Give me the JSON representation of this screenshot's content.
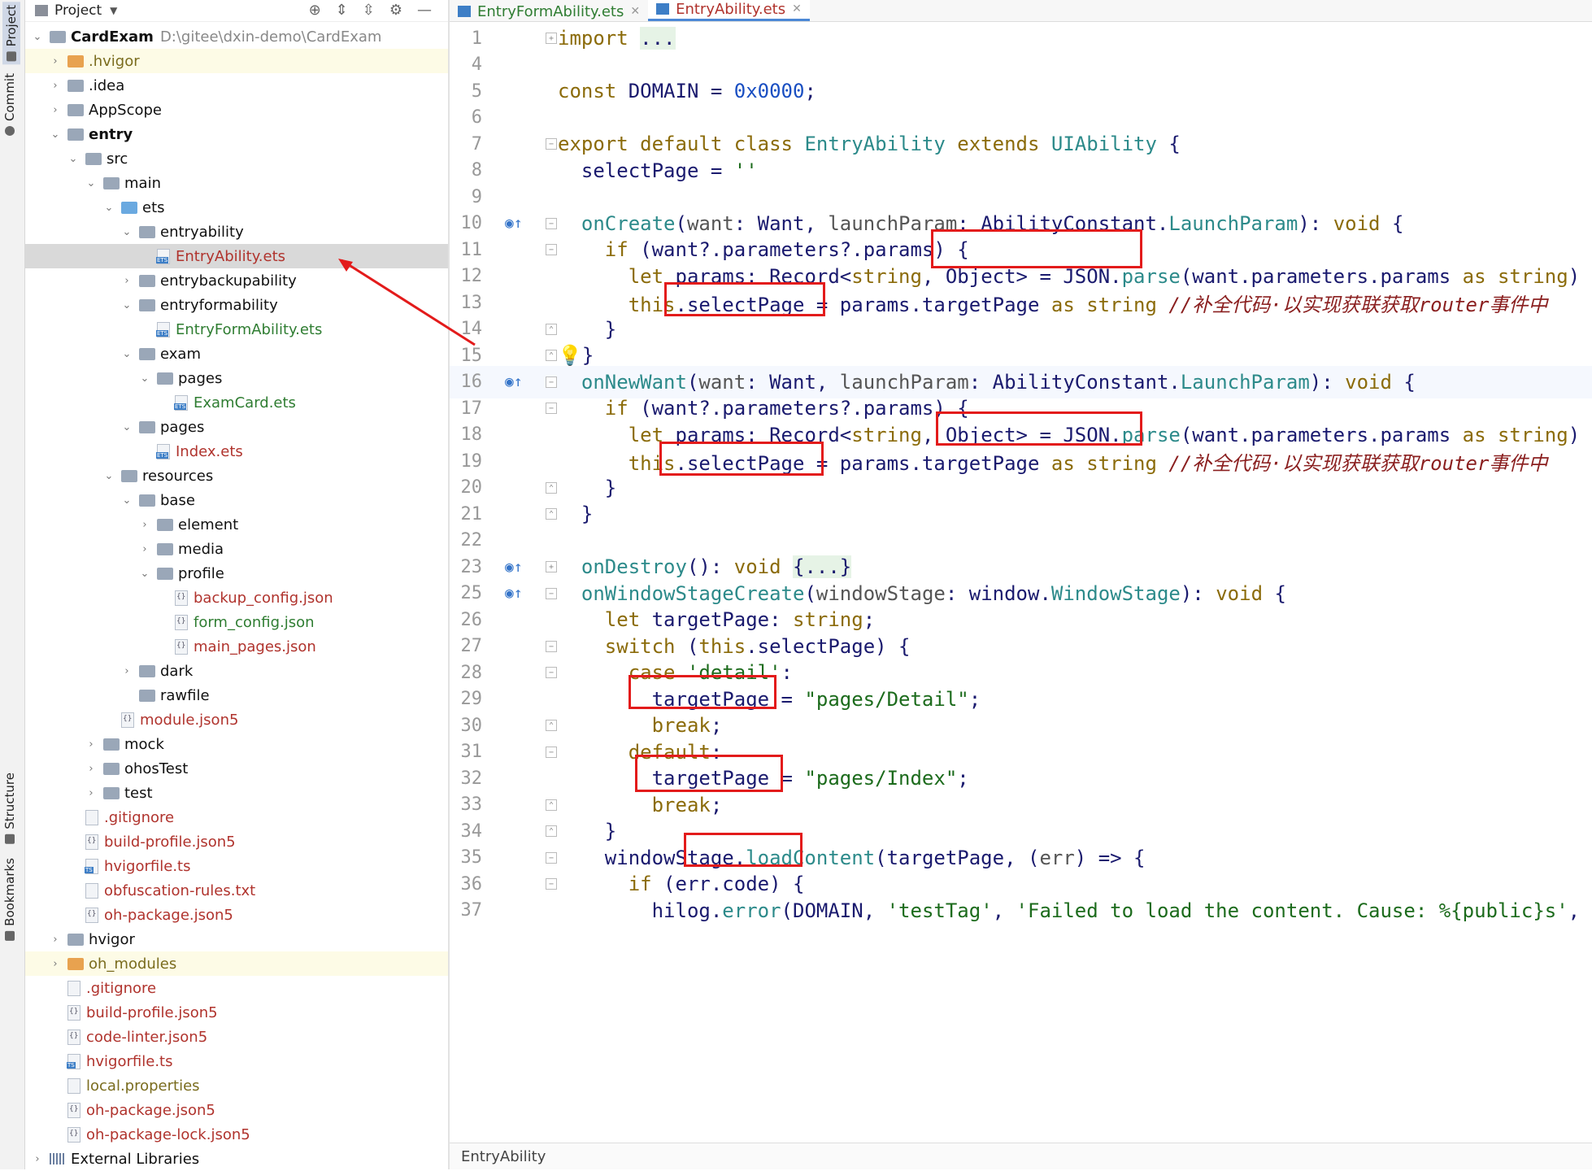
{
  "sidebar_tabs": [
    {
      "label": "Project",
      "active": true
    },
    {
      "label": "Commit",
      "active": false
    },
    {
      "label": "Structure",
      "active": false
    },
    {
      "label": "Bookmarks",
      "active": false
    }
  ],
  "project_panel": {
    "title": "Project",
    "tree": [
      {
        "label": "CardExam",
        "path": "D:\\gitee\\dxin-demo\\CardExam",
        "kind": "folder",
        "expanded": true,
        "bold": true
      },
      {
        "label": ".hvigor",
        "kind": "folder-orange",
        "expanded": false,
        "style": "olive"
      },
      {
        "label": ".idea",
        "kind": "folder",
        "expanded": false
      },
      {
        "label": "AppScope",
        "kind": "folder",
        "expanded": false
      },
      {
        "label": "entry",
        "kind": "folder",
        "expanded": true,
        "bold": true
      },
      {
        "label": "src",
        "kind": "folder",
        "expanded": true
      },
      {
        "label": "main",
        "kind": "folder",
        "expanded": true
      },
      {
        "label": "ets",
        "kind": "folder-blue",
        "expanded": true
      },
      {
        "label": "entryability",
        "kind": "folder",
        "expanded": true
      },
      {
        "label": "EntryAbility.ets",
        "kind": "ets",
        "style": "red",
        "selected": true
      },
      {
        "label": "entrybackupability",
        "kind": "folder",
        "expanded": false
      },
      {
        "label": "entryformability",
        "kind": "folder",
        "expanded": true
      },
      {
        "label": "EntryFormAbility.ets",
        "kind": "ets",
        "style": "green"
      },
      {
        "label": "exam",
        "kind": "folder",
        "expanded": true
      },
      {
        "label": "pages",
        "kind": "folder",
        "expanded": true
      },
      {
        "label": "ExamCard.ets",
        "kind": "ets",
        "style": "green"
      },
      {
        "label": "pages",
        "kind": "folder",
        "expanded": true
      },
      {
        "label": "Index.ets",
        "kind": "ets",
        "style": "red"
      },
      {
        "label": "resources",
        "kind": "folder",
        "expanded": true
      },
      {
        "label": "base",
        "kind": "folder",
        "expanded": true
      },
      {
        "label": "element",
        "kind": "folder",
        "expanded": false
      },
      {
        "label": "media",
        "kind": "folder",
        "expanded": false
      },
      {
        "label": "profile",
        "kind": "folder",
        "expanded": true
      },
      {
        "label": "backup_config.json",
        "kind": "json",
        "style": "red"
      },
      {
        "label": "form_config.json",
        "kind": "json",
        "style": "green"
      },
      {
        "label": "main_pages.json",
        "kind": "json",
        "style": "red"
      },
      {
        "label": "dark",
        "kind": "folder",
        "expanded": false
      },
      {
        "label": "rawfile",
        "kind": "folder"
      },
      {
        "label": "module.json5",
        "kind": "json",
        "style": "red"
      },
      {
        "label": "mock",
        "kind": "folder",
        "expanded": false
      },
      {
        "label": "ohosTest",
        "kind": "folder",
        "expanded": false
      },
      {
        "label": "test",
        "kind": "folder",
        "expanded": false
      },
      {
        "label": ".gitignore",
        "kind": "file",
        "style": "red"
      },
      {
        "label": "build-profile.json5",
        "kind": "json",
        "style": "red"
      },
      {
        "label": "hvigorfile.ts",
        "kind": "ts",
        "style": "red"
      },
      {
        "label": "obfuscation-rules.txt",
        "kind": "file",
        "style": "red"
      },
      {
        "label": "oh-package.json5",
        "kind": "json",
        "style": "red"
      },
      {
        "label": "hvigor",
        "kind": "folder",
        "expanded": false
      },
      {
        "label": "oh_modules",
        "kind": "folder-orange",
        "expanded": false,
        "style": "olive"
      },
      {
        "label": ".gitignore",
        "kind": "file",
        "style": "red"
      },
      {
        "label": "build-profile.json5",
        "kind": "json",
        "style": "red"
      },
      {
        "label": "code-linter.json5",
        "kind": "json",
        "style": "red"
      },
      {
        "label": "hvigorfile.ts",
        "kind": "ts",
        "style": "red"
      },
      {
        "label": "local.properties",
        "kind": "file",
        "style": "olive"
      },
      {
        "label": "oh-package.json5",
        "kind": "json",
        "style": "red"
      },
      {
        "label": "oh-package-lock.json5",
        "kind": "json",
        "style": "red"
      },
      {
        "label": "External Libraries",
        "kind": "libs",
        "expanded": false
      }
    ]
  },
  "editor": {
    "tabs": [
      {
        "label": "EntryFormAbility.ets",
        "active": false
      },
      {
        "label": "EntryAbility.ets",
        "active": true
      }
    ],
    "breadcrumb": "EntryAbility",
    "lines": [
      {
        "n": "1",
        "segs": [
          [
            "kw",
            "import"
          ],
          [
            "t",
            " "
          ],
          [
            "ph",
            "..."
          ]
        ],
        "fold": "+"
      },
      {
        "n": "4",
        "segs": []
      },
      {
        "n": "5",
        "segs": [
          [
            "kw",
            "const"
          ],
          [
            "t",
            " DOMAIN = "
          ],
          [
            "num",
            "0x0000"
          ],
          [
            "t",
            ";"
          ]
        ]
      },
      {
        "n": "6",
        "segs": []
      },
      {
        "n": "7",
        "segs": [
          [
            "kw",
            "export default class"
          ],
          [
            "t",
            " "
          ],
          [
            "cls",
            "EntryAbility"
          ],
          [
            "t",
            " "
          ],
          [
            "kw",
            "extends"
          ],
          [
            "t",
            " "
          ],
          [
            "cls",
            "UIAbility"
          ],
          [
            "t",
            " {"
          ]
        ],
        "fold": "-"
      },
      {
        "n": "8",
        "segs": [
          [
            "t",
            "  selectPage = "
          ],
          [
            "str",
            "''"
          ]
        ]
      },
      {
        "n": "9",
        "segs": []
      },
      {
        "n": "10",
        "segs": [
          [
            "t",
            "  "
          ],
          [
            "fn",
            "onCreate"
          ],
          [
            "t",
            "("
          ],
          [
            "prm",
            "want"
          ],
          [
            "t",
            ": Want, "
          ],
          [
            "prm",
            "launchParam"
          ],
          [
            "t",
            ": AbilityConstant."
          ],
          [
            "cls",
            "LaunchParam"
          ],
          [
            "t",
            "): "
          ],
          [
            "kw",
            "void"
          ],
          [
            "t",
            " {"
          ]
        ],
        "mark": true,
        "fold": "-"
      },
      {
        "n": "11",
        "segs": [
          [
            "t",
            "    "
          ],
          [
            "kw",
            "if"
          ],
          [
            "t",
            " (want?.parameters?.params) {"
          ]
        ],
        "fold": "-"
      },
      {
        "n": "12",
        "segs": [
          [
            "t",
            "      "
          ],
          [
            "kw",
            "let"
          ],
          [
            "t",
            " params: Record<"
          ],
          [
            "kw",
            "string"
          ],
          [
            "t",
            ", Object> = JSON."
          ],
          [
            "fn",
            "parse"
          ],
          [
            "t",
            "(want.parameters.params "
          ],
          [
            "kw",
            "as"
          ],
          [
            "t",
            " "
          ],
          [
            "kw",
            "string"
          ],
          [
            "t",
            ")"
          ]
        ]
      },
      {
        "n": "13",
        "segs": [
          [
            "t",
            "      "
          ],
          [
            "kw",
            "this"
          ],
          [
            "t",
            ".selectPage = params.targetPage "
          ],
          [
            "kw",
            "as"
          ],
          [
            "t",
            " "
          ],
          [
            "kw",
            "string"
          ],
          [
            "t",
            " "
          ],
          [
            "cm",
            "//补全代码·以实现获联获取router事件中"
          ]
        ]
      },
      {
        "n": "14",
        "segs": [
          [
            "t",
            "    }"
          ]
        ],
        "fold": "^"
      },
      {
        "n": "15",
        "segs": [
          [
            "bulb",
            "💡"
          ],
          [
            "t",
            "}"
          ]
        ],
        "fold": "^"
      },
      {
        "n": "16",
        "segs": [
          [
            "t",
            "  "
          ],
          [
            "fn",
            "onNewWant"
          ],
          [
            "t",
            "("
          ],
          [
            "prm",
            "want"
          ],
          [
            "t",
            ": Want, "
          ],
          [
            "prm",
            "launchParam"
          ],
          [
            "t",
            ": AbilityConstant."
          ],
          [
            "cls",
            "LaunchParam"
          ],
          [
            "t",
            "): "
          ],
          [
            "kw",
            "void"
          ],
          [
            "t",
            " {"
          ]
        ],
        "mark": true,
        "fold": "-",
        "current": true
      },
      {
        "n": "17",
        "segs": [
          [
            "t",
            "    "
          ],
          [
            "kw",
            "if"
          ],
          [
            "t",
            " (want?.parameters?.params) {"
          ]
        ],
        "fold": "-"
      },
      {
        "n": "18",
        "segs": [
          [
            "t",
            "      "
          ],
          [
            "kw",
            "let"
          ],
          [
            "t",
            " params: Record<"
          ],
          [
            "kw",
            "string"
          ],
          [
            "t",
            ", Object> = JSON."
          ],
          [
            "fn",
            "parse"
          ],
          [
            "t",
            "(want.parameters.params "
          ],
          [
            "kw",
            "as"
          ],
          [
            "t",
            " "
          ],
          [
            "kw",
            "string"
          ],
          [
            "t",
            ")"
          ]
        ]
      },
      {
        "n": "19",
        "segs": [
          [
            "t",
            "      "
          ],
          [
            "kw",
            "this"
          ],
          [
            "t",
            ".selectPage = params.targetPage "
          ],
          [
            "kw",
            "as"
          ],
          [
            "t",
            " "
          ],
          [
            "kw",
            "string"
          ],
          [
            "t",
            " "
          ],
          [
            "cm",
            "//补全代码·以实现获联获取router事件中"
          ]
        ]
      },
      {
        "n": "20",
        "segs": [
          [
            "t",
            "    }"
          ]
        ],
        "fold": "^"
      },
      {
        "n": "21",
        "segs": [
          [
            "t",
            "  }"
          ]
        ],
        "fold": "^"
      },
      {
        "n": "22",
        "segs": []
      },
      {
        "n": "23",
        "segs": [
          [
            "t",
            "  "
          ],
          [
            "fn",
            "onDestroy"
          ],
          [
            "t",
            "(): "
          ],
          [
            "kw",
            "void"
          ],
          [
            "t",
            " "
          ],
          [
            "ph",
            "{...}"
          ]
        ],
        "mark": true,
        "fold": "+"
      },
      {
        "n": "25",
        "segs": [
          [
            "t",
            "  "
          ],
          [
            "fn",
            "onWindowStageCreate"
          ],
          [
            "t",
            "("
          ],
          [
            "prm",
            "windowStage"
          ],
          [
            "t",
            ": window."
          ],
          [
            "cls",
            "WindowStage"
          ],
          [
            "t",
            "): "
          ],
          [
            "kw",
            "void"
          ],
          [
            "t",
            " {"
          ]
        ],
        "mark": true,
        "fold": "-"
      },
      {
        "n": "26",
        "segs": [
          [
            "t",
            "    "
          ],
          [
            "kw",
            "let"
          ],
          [
            "t",
            " targetPage: "
          ],
          [
            "kw",
            "string"
          ],
          [
            "t",
            ";"
          ]
        ]
      },
      {
        "n": "27",
        "segs": [
          [
            "t",
            "    "
          ],
          [
            "kw",
            "switch"
          ],
          [
            "t",
            " ("
          ],
          [
            "kw",
            "this"
          ],
          [
            "t",
            ".selectPage) {"
          ]
        ],
        "fold": "-"
      },
      {
        "n": "28",
        "segs": [
          [
            "t",
            "      "
          ],
          [
            "kw",
            "case"
          ],
          [
            "t",
            " "
          ],
          [
            "str",
            "'detail'"
          ],
          [
            "t",
            ":"
          ]
        ],
        "fold": "-"
      },
      {
        "n": "29",
        "segs": [
          [
            "t",
            "        targetPage = "
          ],
          [
            "str",
            "\"pages/Detail\""
          ],
          [
            "t",
            ";"
          ]
        ]
      },
      {
        "n": "30",
        "segs": [
          [
            "t",
            "        "
          ],
          [
            "kw",
            "break"
          ],
          [
            "t",
            ";"
          ]
        ],
        "fold": "^"
      },
      {
        "n": "31",
        "segs": [
          [
            "t",
            "      "
          ],
          [
            "kw",
            "default"
          ],
          [
            "t",
            ":"
          ]
        ],
        "fold": "-"
      },
      {
        "n": "32",
        "segs": [
          [
            "t",
            "        targetPage = "
          ],
          [
            "str",
            "\"pages/Index\""
          ],
          [
            "t",
            ";"
          ]
        ]
      },
      {
        "n": "33",
        "segs": [
          [
            "t",
            "        "
          ],
          [
            "kw",
            "break"
          ],
          [
            "t",
            ";"
          ]
        ],
        "fold": "^"
      },
      {
        "n": "34",
        "segs": [
          [
            "t",
            "    }"
          ]
        ],
        "fold": "^"
      },
      {
        "n": "35",
        "segs": [
          [
            "t",
            "    windowStage."
          ],
          [
            "fn",
            "loadContent"
          ],
          [
            "t",
            "(targetPage, ("
          ],
          [
            "prm",
            "err"
          ],
          [
            "t",
            ") => {"
          ]
        ],
        "fold": "-"
      },
      {
        "n": "36",
        "segs": [
          [
            "t",
            "      "
          ],
          [
            "kw",
            "if"
          ],
          [
            "t",
            " (err.code) {"
          ]
        ],
        "fold": "-"
      },
      {
        "n": "37",
        "segs": [
          [
            "t",
            "        hilog."
          ],
          [
            "fn",
            "error"
          ],
          [
            "t",
            "(DOMAIN, "
          ],
          [
            "str",
            "'testTag'"
          ],
          [
            "t",
            ", "
          ],
          [
            "str",
            "'Failed to load the content. Cause: %{public}s'"
          ],
          [
            "t",
            ", JSON"
          ]
        ]
      }
    ]
  }
}
